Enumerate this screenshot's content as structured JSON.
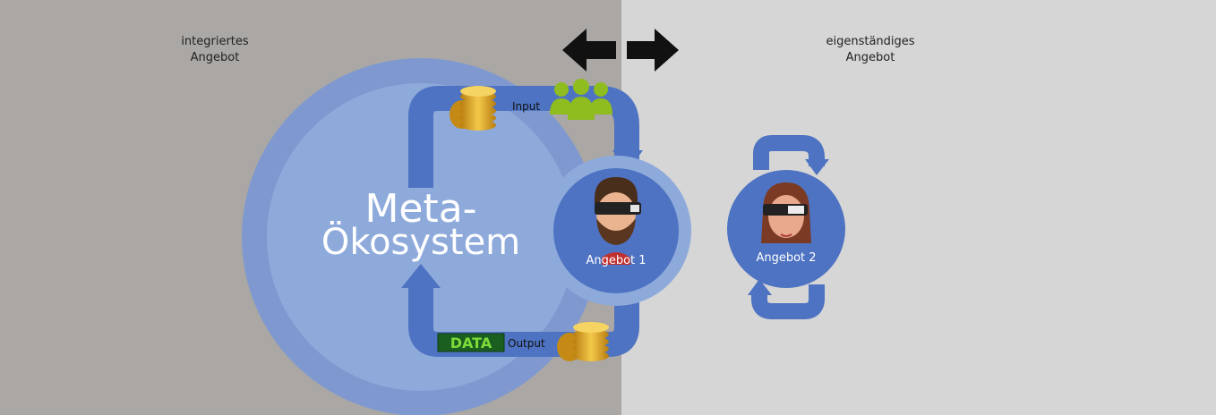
{
  "labels": {
    "left_title_line1": "integriertes",
    "left_title_line2": "Angebot",
    "right_title_line1": "eigenständiges",
    "right_title_line2": "Angebot",
    "meta_line1": "Meta-",
    "meta_line2": "Ökosystem",
    "input": "Input",
    "output": "Output",
    "data_badge": "DATA",
    "offer1": "Angebot 1",
    "offer2": "Angebot 2"
  },
  "colors": {
    "left_background": "#aaa7a4",
    "right_background": "#d6d6d6",
    "big_circle_outer": "#7f99d0",
    "big_circle_inner": "#8eaadb",
    "loop_arrow": "#4e73c2",
    "offer_circle": "#4e73c2",
    "offer_ring": "#8eaadb",
    "people_icon": "#8fbc1e",
    "coin": "#e1a820",
    "data_badge_bg": "#1a5e20",
    "data_badge_text": "#7ddb3a",
    "direction_arrows": "#111111"
  },
  "icons": {
    "arrows": [
      "arrow-left-icon",
      "arrow-right-icon"
    ],
    "input_group": [
      "coin-stack-icon",
      "people-group-icon"
    ],
    "output_group": [
      "coin-stack-icon"
    ],
    "offer1_avatar": "vr-man-icon",
    "offer2_avatar": "vr-woman-icon"
  }
}
